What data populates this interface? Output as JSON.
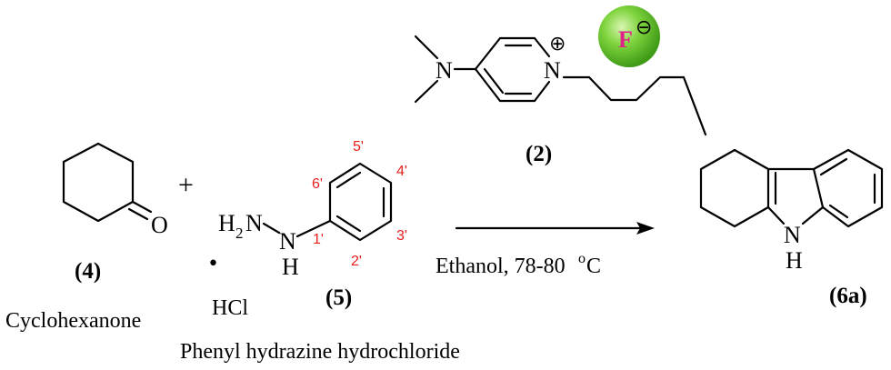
{
  "reagent_2": {
    "dimethylamino_label": "N",
    "pyridinium_label": "N",
    "charge_symbol": "⊕",
    "counterion_label": "F",
    "counterion_charge": "⊖",
    "compound_number": "(2)",
    "colors": {
      "counterion_ball": "#66cc33",
      "counterion_text": "#e0218a"
    }
  },
  "reactant_4": {
    "oxygen_label": "O",
    "compound_number": "(4)",
    "name": "Cyclohexanone"
  },
  "plus_sign": "+",
  "reactant_5": {
    "h2n_label": "H",
    "h2n_subscript": "2",
    "h2n_n": "N",
    "nh_n": "N",
    "nh_h": "H",
    "dot": "•",
    "hcl_label": "HCl",
    "compound_number": "(5)",
    "name": "Phenyl hydrazine hydrochloride",
    "ring_positions": [
      "1'",
      "2'",
      "3'",
      "4'",
      "5'",
      "6'"
    ],
    "position_color": "#e8211d"
  },
  "conditions": {
    "solvent": "Ethanol, 78-80",
    "temp_superscript": "o",
    "temp_unit": "C"
  },
  "product_6a": {
    "n_label": "N",
    "h_label": "H",
    "compound_number": "(6a)"
  }
}
